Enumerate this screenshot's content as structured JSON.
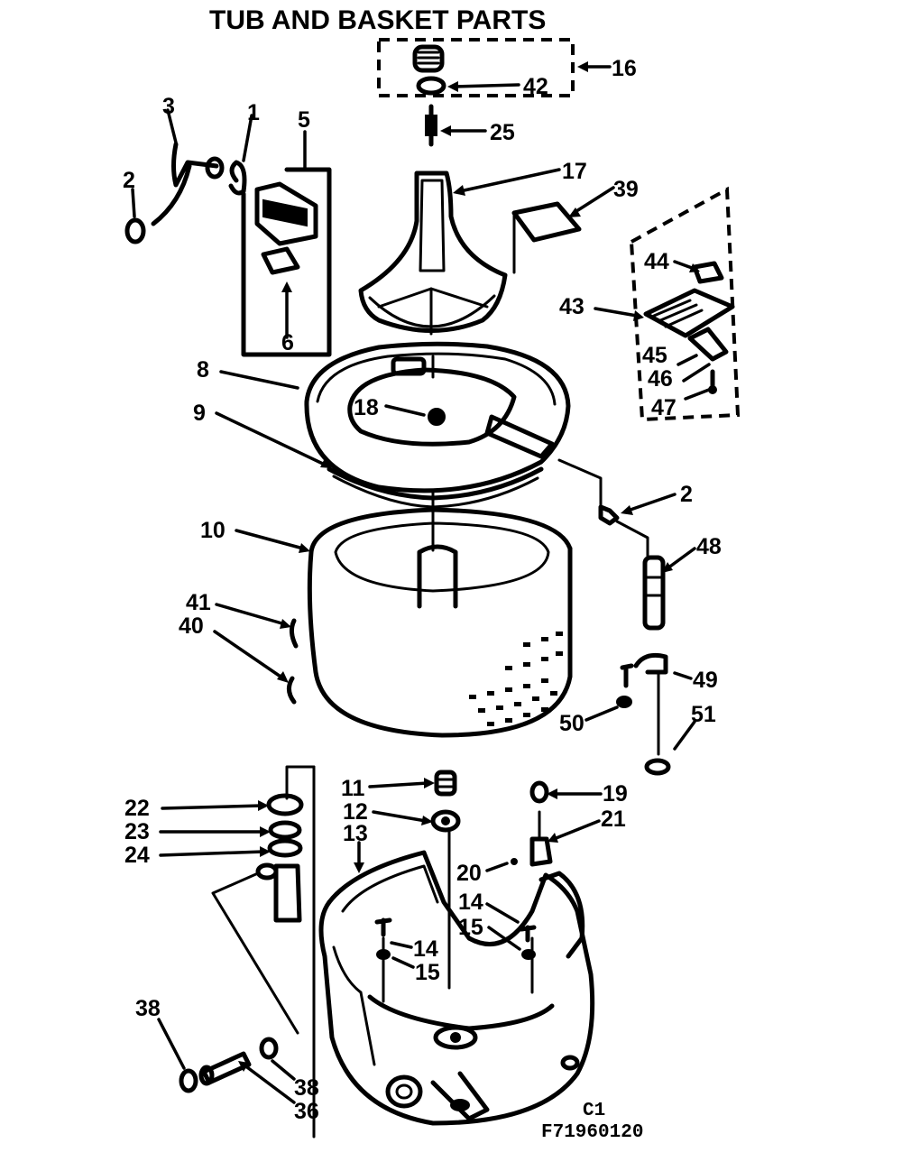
{
  "title": "TUB AND BASKET PARTS",
  "callouts": [
    {
      "id": "c16",
      "label": "16"
    },
    {
      "id": "c42",
      "label": "42"
    },
    {
      "id": "c25",
      "label": "25"
    },
    {
      "id": "c17",
      "label": "17"
    },
    {
      "id": "c39",
      "label": "39"
    },
    {
      "id": "c3",
      "label": "3"
    },
    {
      "id": "c1",
      "label": "1"
    },
    {
      "id": "c5",
      "label": "5"
    },
    {
      "id": "c2a",
      "label": "2"
    },
    {
      "id": "c6",
      "label": "6"
    },
    {
      "id": "c44",
      "label": "44"
    },
    {
      "id": "c43",
      "label": "43"
    },
    {
      "id": "c45",
      "label": "45"
    },
    {
      "id": "c46",
      "label": "46"
    },
    {
      "id": "c47",
      "label": "47"
    },
    {
      "id": "c8",
      "label": "8"
    },
    {
      "id": "c18",
      "label": "18"
    },
    {
      "id": "c9",
      "label": "9"
    },
    {
      "id": "c2b",
      "label": "2"
    },
    {
      "id": "c10",
      "label": "10"
    },
    {
      "id": "c48",
      "label": "48"
    },
    {
      "id": "c41",
      "label": "41"
    },
    {
      "id": "c40",
      "label": "40"
    },
    {
      "id": "c49",
      "label": "49"
    },
    {
      "id": "c50",
      "label": "50"
    },
    {
      "id": "c51",
      "label": "51"
    },
    {
      "id": "c11",
      "label": "11"
    },
    {
      "id": "c19",
      "label": "19"
    },
    {
      "id": "c22",
      "label": "22"
    },
    {
      "id": "c12",
      "label": "12"
    },
    {
      "id": "c21",
      "label": "21"
    },
    {
      "id": "c13",
      "label": "13"
    },
    {
      "id": "c23",
      "label": "23"
    },
    {
      "id": "c24",
      "label": "24"
    },
    {
      "id": "c20",
      "label": "20"
    },
    {
      "id": "c14a",
      "label": "14"
    },
    {
      "id": "c15a",
      "label": "15"
    },
    {
      "id": "c14b",
      "label": "14"
    },
    {
      "id": "c15b",
      "label": "15"
    },
    {
      "id": "c38a",
      "label": "38"
    },
    {
      "id": "c38b",
      "label": "38"
    },
    {
      "id": "c36",
      "label": "36"
    }
  ],
  "drawing_codes": {
    "line1": "C1",
    "line2": "F71960120"
  }
}
